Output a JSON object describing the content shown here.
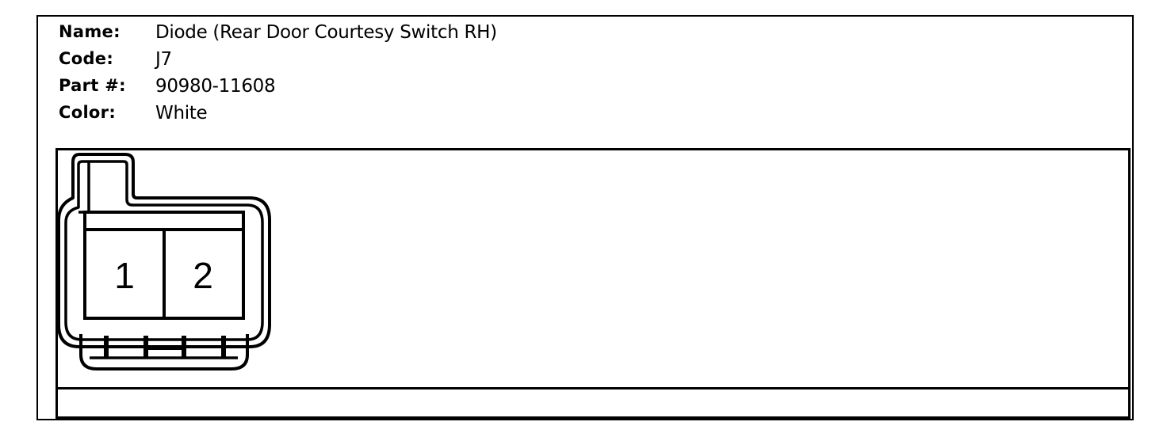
{
  "connector_info": {
    "name_label": "Name:",
    "name_value": "Diode (Rear Door Courtesy Switch RH)",
    "code_label": "Code:",
    "code_value": "J7",
    "part_label": "Part #:",
    "part_value": "90980-11608",
    "color_label": "Color:",
    "color_value": "White"
  },
  "connector": {
    "pins": [
      "1",
      "2"
    ]
  },
  "colors": {
    "line": "#000000",
    "background": "#ffffff"
  }
}
